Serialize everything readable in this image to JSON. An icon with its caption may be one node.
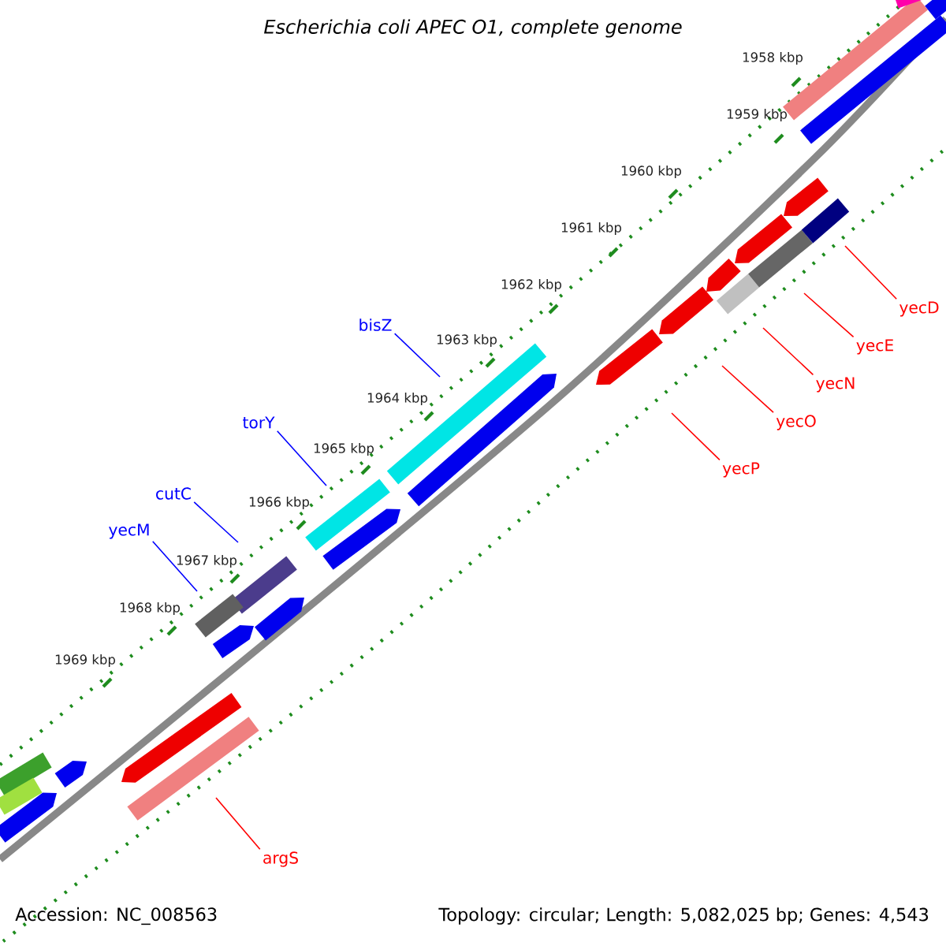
{
  "diagram": {
    "title": "Escherichia coli APEC O1, complete genome",
    "nodes": [
      {
        "text": [
          "yecD"
        ]
      },
      {
        "text": [
          "yecE"
        ]
      },
      {
        "text": [
          "yecN"
        ]
      },
      {
        "text": [
          "yecO"
        ]
      },
      {
        "text": [
          "yecP"
        ]
      },
      {
        "text": [
          "argS"
        ]
      },
      {
        "text": [
          "bisZ"
        ]
      },
      {
        "text": [
          "torY"
        ]
      },
      {
        "text": [
          "cutC"
        ]
      },
      {
        "text": [
          "yecM"
        ]
      }
    ],
    "edges": [
      {
        "from": 0,
        "to": null,
        "arrow": "none",
        "color": "#ff0000"
      },
      {
        "from": 1,
        "to": null,
        "arrow": "none",
        "color": "#ff0000"
      },
      {
        "from": 2,
        "to": null,
        "arrow": "none",
        "color": "#ff0000"
      },
      {
        "from": 3,
        "to": null,
        "arrow": "none",
        "color": "#ff0000"
      },
      {
        "from": 4,
        "to": null,
        "arrow": "none",
        "color": "#ff0000"
      },
      {
        "from": 5,
        "to": null,
        "arrow": "none",
        "color": "#ff0000"
      },
      {
        "from": 6,
        "to": null,
        "arrow": "none",
        "color": "#0000ff"
      },
      {
        "from": 7,
        "to": null,
        "arrow": "none",
        "color": "#0000ff"
      },
      {
        "from": 8,
        "to": null,
        "arrow": "none",
        "color": "#0000ff"
      },
      {
        "from": 9,
        "to": null,
        "arrow": "none",
        "color": "#0000ff"
      }
    ],
    "labels": [
      "1958 kbp",
      "1959 kbp",
      "1960 kbp",
      "1961 kbp",
      "1962 kbp",
      "1963 kbp",
      "1964 kbp",
      "1965 kbp",
      "1966 kbp",
      "1967 kbp",
      "1968 kbp",
      "1969 kbp",
      "Accession: NC_008563",
      "Topology: circular; Length: 5,082,025 bp; Genes: 4,543"
    ]
  }
}
